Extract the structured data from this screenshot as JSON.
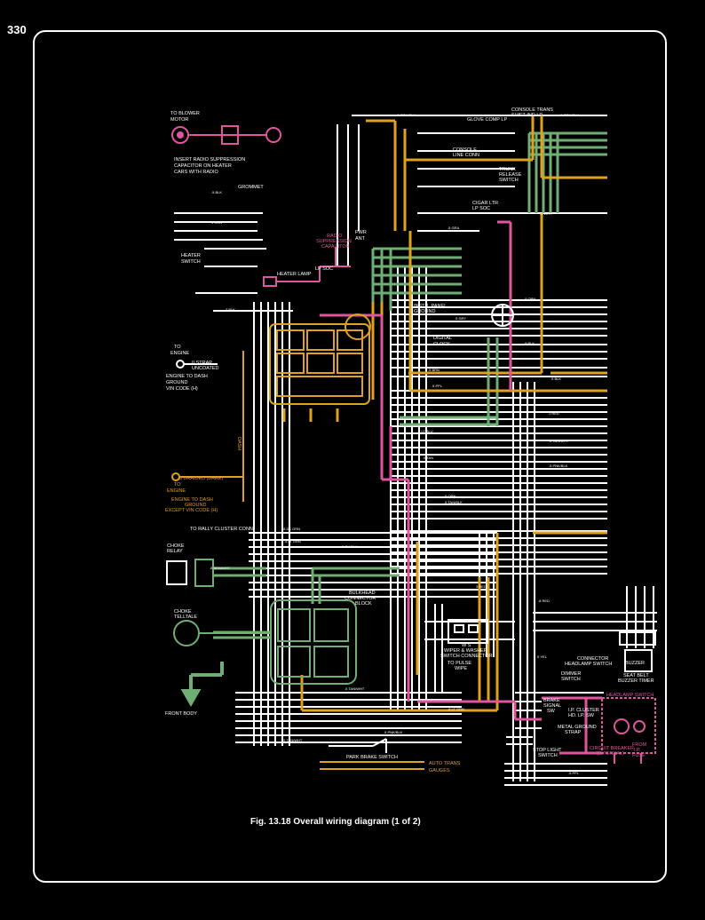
{
  "page": {
    "number": "330"
  },
  "caption": "Fig. 13.18  Overall wiring diagram (1 of 2)",
  "colors": {
    "background": "#000000",
    "wire_white": "#ffffff",
    "wire_orange": "#e0a020",
    "wire_green": "#6fae74",
    "wire_pink": "#e0559e"
  },
  "labels": {
    "to_blower_motor": "TO BLOWER",
    "to_blower_motor_2": "MOTOR",
    "radio_note_1": "INSERT RADIO SUPPRESSION",
    "radio_note_2": "CAPACITOR ON HEATER",
    "radio_note_3": "CARS WITH RADIO",
    "grommet": "GROMMET",
    "heater_switch": "HEATER",
    "heater_switch_2": "SWITCH",
    "heater_lamp": "HEATER LAMP",
    "lp_soc": "LP SOC",
    "radio_capacitor_1": "RADIO",
    "radio_capacitor_2": "SUPPRESSION",
    "radio_capacitor_3": "CAPACITOR",
    "pwr_ant": "PWR",
    "pwr_ant_2": "ANT",
    "console_trans": "CONSOLE TRANS",
    "console_trans_2": "SHIFT IND LP",
    "glove_comp": "GLOVE COMP LP",
    "trunk_release": "TRUNK",
    "trunk_release_2": "RELEASE",
    "trunk_release_3": "SWITCH",
    "cigar_ltr": "CIGAR LTR",
    "cigar_ltr_2": "LP SOC",
    "console_line_conn": "CONSOLE",
    "console_line_conn_2": "LINE CONN",
    "instr_panel_ground": "INSTR. PANEL",
    "instr_panel_ground_2": "GROUND",
    "digital_clock": "DIGITAL",
    "digital_clock_2": "CLOCK",
    "to_engine": "TO",
    "to_engine_2": "ENGINE",
    "strap_uncoated": "II STRAP",
    "strap_uncoated_2": "UNCOATED",
    "engine_dash_ground_1": "ENGINE TO DASH",
    "engine_dash_ground_2": "GROUND",
    "engine_dash_ground_3": "VIN CODE (H)",
    "dash": "DASH",
    "braided": "8 BRAIDED (BARE)",
    "to_engine_orange": "TO",
    "to_engine_orange_2": "ENGINE",
    "engine_dash_ground_exc_1": "ENGINE TO DASH",
    "engine_dash_ground_exc_2": "GROUND",
    "engine_dash_ground_exc_3": "EXCEPT VIN CODE (H)",
    "to_rally_cluster": "TO RALLY CLUSTER CONN",
    "choke_relay": "CHOKE",
    "choke_relay_2": "RELAY",
    "choke_telltale": "CHOKE",
    "choke_telltale_2": "TELLTALE",
    "bulkhead_1": "BULKHEAD",
    "bulkhead_2": "CONNECTOR",
    "bulkhead_3": "BLOCK",
    "front_body": "FRONT BODY",
    "ws_wiper_1": "W S",
    "ws_wiper_2": "WIPER & WASHER",
    "ws_wiper_3": "SWITCH CONNECTOR",
    "to_pulse_wipe": "TO PULSE",
    "to_pulse_wipe_2": "WIPE",
    "connector_headlamp": "CONNECTOR",
    "connector_headlamp_2": "HEADLAMP SWITCH",
    "dimmer_switch": "DIMMER",
    "dimmer_switch_2": "SWITCH",
    "seat_belt_1": "SEAT BELT",
    "seat_belt_2": "BUZZER TIMER",
    "buzzer": "BUZZER",
    "brake_signal": "BRAKE",
    "brake_signal_2": "SIGNAL",
    "brake_signal_3": "SW",
    "ip_cluster": "I.P. CLUSTER",
    "ip_cluster_2": "HD. LP. SW",
    "metal_ground": "METAL GROUND",
    "metal_ground_2": "STRAP",
    "stop_light": "STOP LIGHT",
    "stop_light_2": "SWITCH",
    "circuit_breaker": "CIRCUIT BREAKER",
    "circuit_breaker_2": "(INTERNAL)",
    "from_ip_fuse": "FROM",
    "from_ip_fuse_2": "I.P.",
    "from_ip_fuse_3": "FUSE",
    "headlamp_switch_pink": "HEADLAMP SWITCH",
    "park_brake": "PARK BRAKE SWITCH",
    "auto_trans": "AUTO TRANS",
    "gauges": "GAUGES"
  },
  "wire_codes": {
    "w1": ".8 ORN/BLK",
    "w2": ".5 BLK",
    "w3": ".5 LT GRN",
    "w4": ".8 DK GRN",
    "w5": ".5 PPL",
    "w6": "1 RED",
    "w7": ".5 TAN",
    "w8": ".8 ORN",
    "w9": ".5 BRN",
    "w10": ".5 GRY",
    "w11": ".8 BLK",
    "w12": ".5 YEL",
    "w13": ".5 DK BLU",
    "w14": ".5 LT BLU",
    "w15": ".5 PNK/BLK",
    "w16": ".5 TAN/WHT",
    "w17": ".5 GRA",
    "w18": ".5 WHT",
    "w19": ".8 BRN/WHT",
    "w20": ".8 RED",
    "w21": "2 BLK",
    "w22": "1 ORN",
    "w23": ".5 TAN/BLK",
    "w24": "3 RED"
  }
}
